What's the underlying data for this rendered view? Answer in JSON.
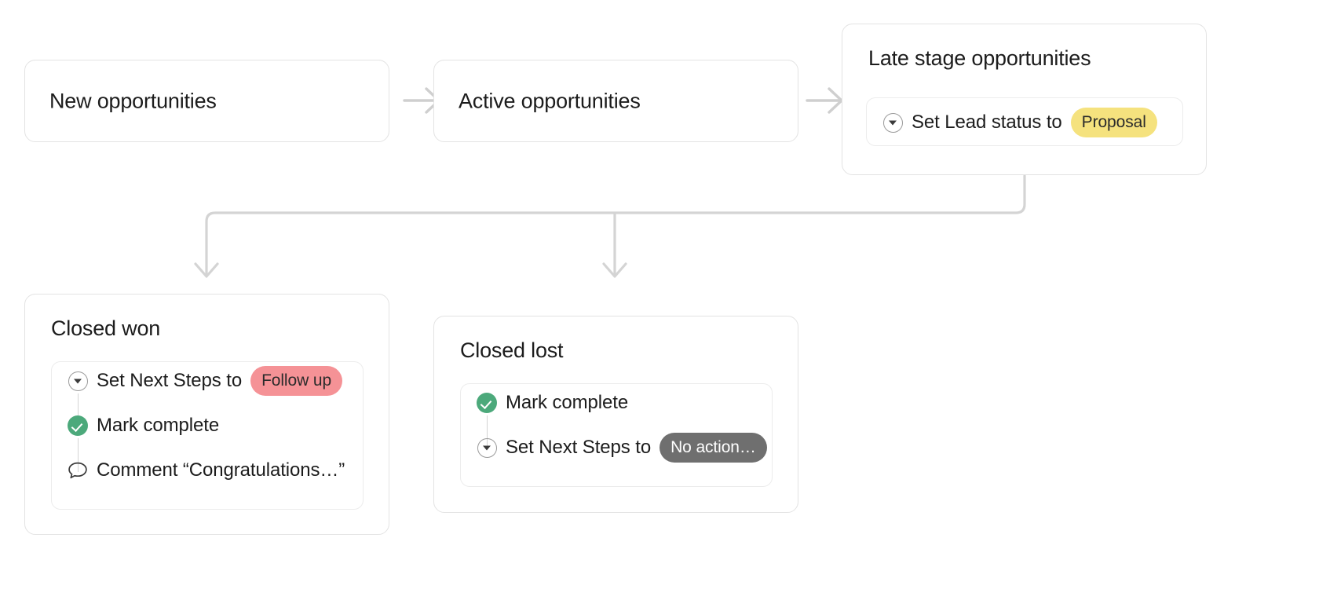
{
  "diagram": {
    "title_semantic": "opportunity-pipeline-workflow",
    "colors": {
      "card_border": "#E3E3E3",
      "connector": "#D4D4D4",
      "badge_yellow": "#F5E27E",
      "badge_pink": "#F59296",
      "badge_gray": "#6F6F6F",
      "check_green": "#4CA97B",
      "text": "#1C1C1C"
    },
    "stages": [
      {
        "id": "new-opportunities",
        "title": "New opportunities",
        "actions": []
      },
      {
        "id": "active-opportunities",
        "title": "Active opportunities",
        "actions": []
      },
      {
        "id": "late-stage-opportunities",
        "title": "Late stage opportunities",
        "actions": [
          {
            "icon": "dropdown-circle-icon",
            "label": "Set Lead status to",
            "badge": {
              "text": "Proposal",
              "style": "yellow"
            }
          }
        ]
      },
      {
        "id": "closed-won",
        "title": "Closed won",
        "actions": [
          {
            "icon": "dropdown-circle-icon",
            "label": "Set Next Steps to",
            "badge": {
              "text": "Follow up",
              "style": "pink"
            }
          },
          {
            "icon": "check-circle-icon",
            "label": "Mark complete",
            "badge": null
          },
          {
            "icon": "comment-bubble-icon",
            "label": "Comment “Congratulations…”",
            "badge": null
          }
        ]
      },
      {
        "id": "closed-lost",
        "title": "Closed lost",
        "actions": [
          {
            "icon": "check-circle-icon",
            "label": "Mark complete",
            "badge": null
          },
          {
            "icon": "dropdown-circle-icon",
            "label": "Set Next Steps to",
            "badge": {
              "text": "No action…",
              "style": "gray"
            }
          }
        ]
      }
    ],
    "connectors": [
      {
        "id": "new-to-active",
        "type": "arrow-right"
      },
      {
        "id": "active-to-late-stage",
        "type": "arrow-right"
      },
      {
        "id": "late-stage-to-closed-won",
        "type": "elbow-arrow-down"
      },
      {
        "id": "late-stage-to-closed-lost",
        "type": "elbow-arrow-down"
      }
    ]
  }
}
